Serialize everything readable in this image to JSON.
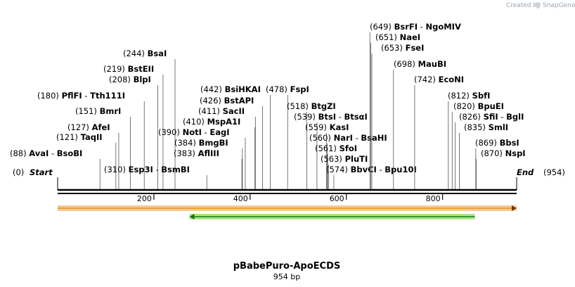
{
  "credit": {
    "prefix": "Created by",
    "brand": "SnapGene"
  },
  "map": {
    "name": "pBabePuro-ApoECDS",
    "length_label": "954 bp",
    "length": 954,
    "ticks": [
      200,
      400,
      600,
      800
    ],
    "start": {
      "pos": "(0)",
      "label": "Start"
    },
    "end": {
      "pos": "(954)",
      "label": "End"
    }
  },
  "sites": [
    {
      "pos": "(88)",
      "names": [
        "AvaI",
        "BsoBI"
      ],
      "bp": 88
    },
    {
      "pos": "(121)",
      "names": [
        "TaqII"
      ],
      "bp": 121
    },
    {
      "pos": "(127)",
      "names": [
        "AfeI"
      ],
      "bp": 127
    },
    {
      "pos": "(151)",
      "names": [
        "BmrI"
      ],
      "bp": 151
    },
    {
      "pos": "(180)",
      "names": [
        "PflFI",
        "Tth111I"
      ],
      "bp": 180
    },
    {
      "pos": "(208)",
      "names": [
        "BlpI"
      ],
      "bp": 208
    },
    {
      "pos": "(219)",
      "names": [
        "BstEII"
      ],
      "bp": 219
    },
    {
      "pos": "(244)",
      "names": [
        "BsaI"
      ],
      "bp": 244
    },
    {
      "pos": "(310)",
      "names": [
        "Esp3I",
        "BsmBI"
      ],
      "bp": 310
    },
    {
      "pos": "(383)",
      "names": [
        "AflIII"
      ],
      "bp": 383
    },
    {
      "pos": "(384)",
      "names": [
        "BmgBI"
      ],
      "bp": 384
    },
    {
      "pos": "(390)",
      "names": [
        "NotI",
        "EagI"
      ],
      "bp": 390
    },
    {
      "pos": "(410)",
      "names": [
        "MspA1I"
      ],
      "bp": 410
    },
    {
      "pos": "(411)",
      "names": [
        "SacII"
      ],
      "bp": 411
    },
    {
      "pos": "(426)",
      "names": [
        "BstAPI"
      ],
      "bp": 426
    },
    {
      "pos": "(442)",
      "names": [
        "BsiHKAI"
      ],
      "bp": 442
    },
    {
      "pos": "(478)",
      "names": [
        "FspI"
      ],
      "bp": 478
    },
    {
      "pos": "(518)",
      "names": [
        "BtgZI"
      ],
      "bp": 518
    },
    {
      "pos": "(539)",
      "names": [
        "BtsI",
        "BtsαI"
      ],
      "bp": 539
    },
    {
      "pos": "(559)",
      "names": [
        "KasI"
      ],
      "bp": 559
    },
    {
      "pos": "(560)",
      "names": [
        "NarI",
        "BsaHI"
      ],
      "bp": 560
    },
    {
      "pos": "(561)",
      "names": [
        "SfoI"
      ],
      "bp": 561
    },
    {
      "pos": "(563)",
      "names": [
        "PluTI"
      ],
      "bp": 563
    },
    {
      "pos": "(574)",
      "names": [
        "BbvCI",
        "Bpu10I"
      ],
      "bp": 574
    },
    {
      "pos": "(649)",
      "names": [
        "BsrFI",
        "NgoMIV"
      ],
      "bp": 649
    },
    {
      "pos": "(651)",
      "names": [
        "NaeI"
      ],
      "bp": 651
    },
    {
      "pos": "(653)",
      "names": [
        "FseI"
      ],
      "bp": 653
    },
    {
      "pos": "(698)",
      "names": [
        "MauBI"
      ],
      "bp": 698
    },
    {
      "pos": "(742)",
      "names": [
        "EcoNI"
      ],
      "bp": 742
    },
    {
      "pos": "(812)",
      "names": [
        "SbfI"
      ],
      "bp": 812
    },
    {
      "pos": "(820)",
      "names": [
        "BpuEI"
      ],
      "bp": 820
    },
    {
      "pos": "(826)",
      "names": [
        "SfiI",
        "BglI"
      ],
      "bp": 826
    },
    {
      "pos": "(835)",
      "names": [
        "SmlI"
      ],
      "bp": 835
    },
    {
      "pos": "(869)",
      "names": [
        "BbsI"
      ],
      "bp": 869
    },
    {
      "pos": "(870)",
      "names": [
        "NspI"
      ],
      "bp": 870
    }
  ],
  "features": [
    {
      "kind": "forward",
      "from_bp": 0,
      "to_bp": 954,
      "color": "#e8a23a",
      "fill": "#f6c48a"
    },
    {
      "kind": "reverse",
      "from_bp": 274,
      "to_bp": 867,
      "color": "#2f9e2f",
      "fill": "#a8e07a"
    }
  ]
}
